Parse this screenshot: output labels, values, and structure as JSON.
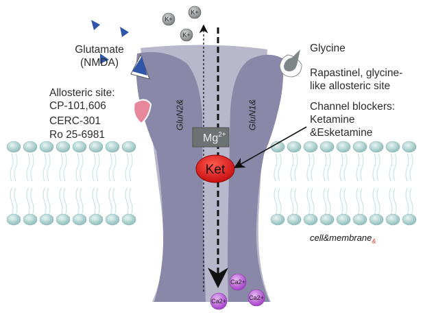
{
  "labels": {
    "glutamate_line1": "Glutamate",
    "glutamate_line2": "(NMDA)",
    "allosteric_title": "Allosteric site:",
    "allosteric_drugs": [
      "CP-101,606",
      "CERC-301",
      "Ro 25-6981"
    ],
    "glycine": "Glycine",
    "rapastinel_line1": "Rapastinel, glycine-",
    "rapastinel_line2": "like allosteric site",
    "blockers_title": "Channel blockers:",
    "blockers_line2": "Ketamine",
    "blockers_line3": "&Esketamine",
    "subunit_left": "GluN2&",
    "subunit_right": "GluN1&",
    "magnesium_base": "Mg",
    "magnesium_sup": "2+",
    "ketamine": "Ket",
    "membrane_main": "cell&membrane",
    "membrane_suffix": "&"
  },
  "ions": {
    "potassium": [
      "K+",
      "K+",
      "K+"
    ],
    "calcium": [
      "Ca2+",
      "Ca2+",
      "Ca2+"
    ]
  },
  "colors": {
    "receptor": "#8a88a8",
    "receptor_light": "#b9b8cc",
    "glutamate": "#2f56a8",
    "allosteric_site": "#e7879b",
    "glycine": "#7d8586",
    "magnesium_box": "#6d7372",
    "ketamine": "#e1191e",
    "lipid_head": "#9ec6c4",
    "lipid_tail": "#c7e4e3",
    "calcium": "#b65ad6",
    "membrane_suffix": "#d63a2a"
  }
}
